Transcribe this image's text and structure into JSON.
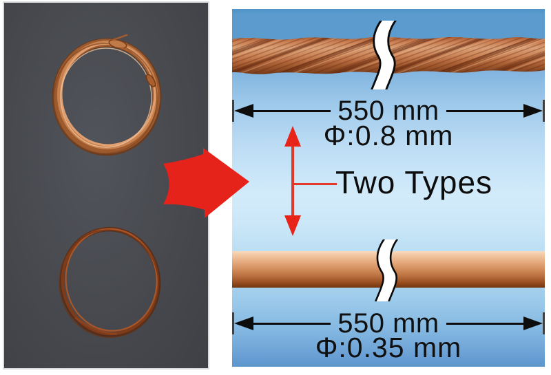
{
  "figure": {
    "photo_panel": {
      "background_color": "#47494e",
      "coils": [
        {
          "name": "multi-strand-copper-coil",
          "position": "top"
        },
        {
          "name": "thin-copper-coil",
          "position": "bottom"
        }
      ]
    },
    "transition_arrow": {
      "icon": "red-right-arrow",
      "color": "#e6231b"
    },
    "diagram_panel": {
      "center_label": "Two Types",
      "selector_icon": "red-double-vertical-arrow",
      "wires": [
        {
          "style": "stranded-rope",
          "break_icon": "break-squiggle",
          "length_label": "550 mm",
          "diameter_label": "Φ:0.8 mm"
        },
        {
          "style": "solid-wire",
          "break_icon": "break-squiggle",
          "length_label": "550 mm",
          "diameter_label": "Φ:0.35 mm"
        }
      ],
      "colors": {
        "panel_top_blue": "#5b9bce",
        "panel_light_blue": "#d2ebfa",
        "copper_mid": "#c98054",
        "dimension_line": "#0d0d0d"
      }
    }
  }
}
